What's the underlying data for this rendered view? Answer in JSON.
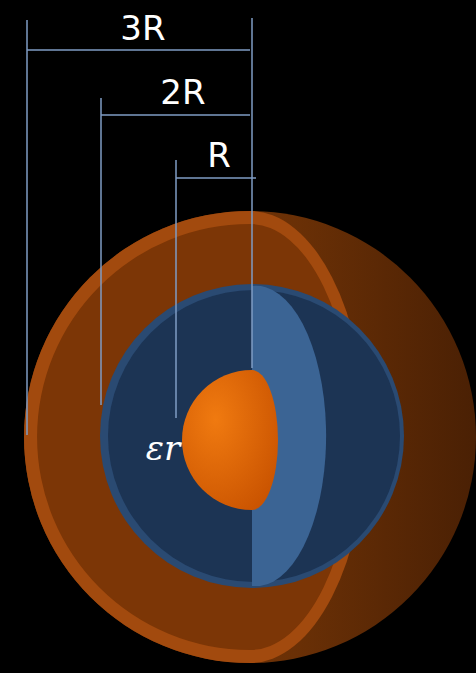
{
  "diagram": {
    "labels": [
      "3R",
      "2R",
      "R",
      "εr"
    ]
  }
}
